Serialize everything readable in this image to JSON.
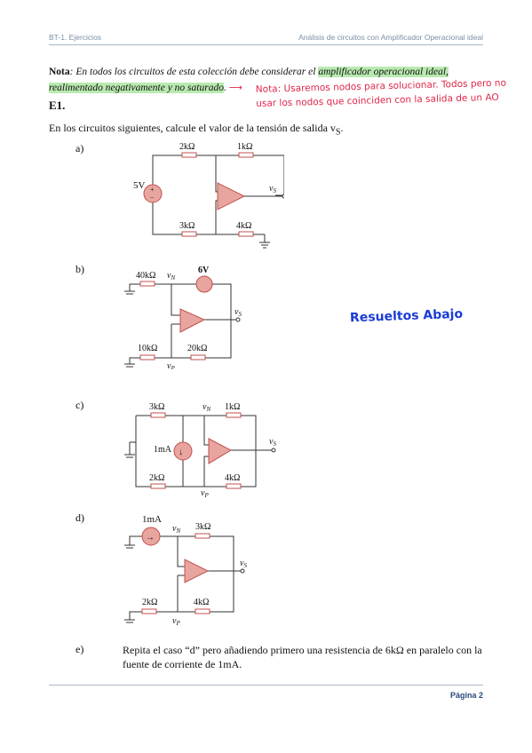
{
  "header": {
    "left": "BT-1. Ejercicios",
    "right": "Análisis de circuitos con Amplificador Operacional ideal"
  },
  "nota": {
    "label": "Nota",
    "text1": ": En todos los circuitos de esta colección debe considerar el ",
    "highlight1": "amplificador operacional ideal,",
    "highlight2": "realimentado negativamente y no saturado",
    "end": "."
  },
  "handwritten_note": "Nota: Usaremos nodos para solucionar. Todos pero no usar los nodos que coinciden con la salida de un AO",
  "resueltos_note": "Resueltos Abajo",
  "exercise": {
    "title": "E1.",
    "intro": "En los circuitos siguientes, calcule el valor de la tensión de salida v",
    "intro_sub": "S",
    "intro_end": "."
  },
  "items": {
    "a": {
      "label": "a)",
      "r1": "2kΩ",
      "r2": "1kΩ",
      "r3": "3kΩ",
      "r4": "4kΩ",
      "src": "5V",
      "out": "v",
      "out_sub": "S"
    },
    "b": {
      "label": "b)",
      "r1": "40kΩ",
      "vn": "v",
      "vn_sub": "N",
      "src": "6V",
      "r2": "10kΩ",
      "r3": "20kΩ",
      "vp": "v",
      "vp_sub": "P",
      "out": "v",
      "out_sub": "S"
    },
    "c": {
      "label": "c)",
      "r1": "3kΩ",
      "vn": "v",
      "vn_sub": "N",
      "r2": "1kΩ",
      "src": "1mA",
      "r3": "2kΩ",
      "r4": "4kΩ",
      "vp": "v",
      "vp_sub": "P",
      "out": "v",
      "out_sub": "S"
    },
    "d": {
      "label": "d)",
      "src": "1mA",
      "vn": "v",
      "vn_sub": "N",
      "r1": "3kΩ",
      "r2": "2kΩ",
      "r3": "4kΩ",
      "vp": "v",
      "vp_sub": "P",
      "out": "v",
      "out_sub": "S"
    },
    "e": {
      "label": "e)",
      "text": "Repita el caso “d” pero añadiendo primero una resistencia de 6kΩ en paralelo con la fuente de corriente de 1mA."
    }
  },
  "footer": {
    "page": "Página 2"
  },
  "colors": {
    "resistor": "#c0504d",
    "opamp_fill": "#e8a5a0",
    "source_fill": "#e8a5a0",
    "highlight": "#b9eab0",
    "handwriting_red": "#e0274a",
    "handwriting_blue": "#1a3cd6"
  }
}
